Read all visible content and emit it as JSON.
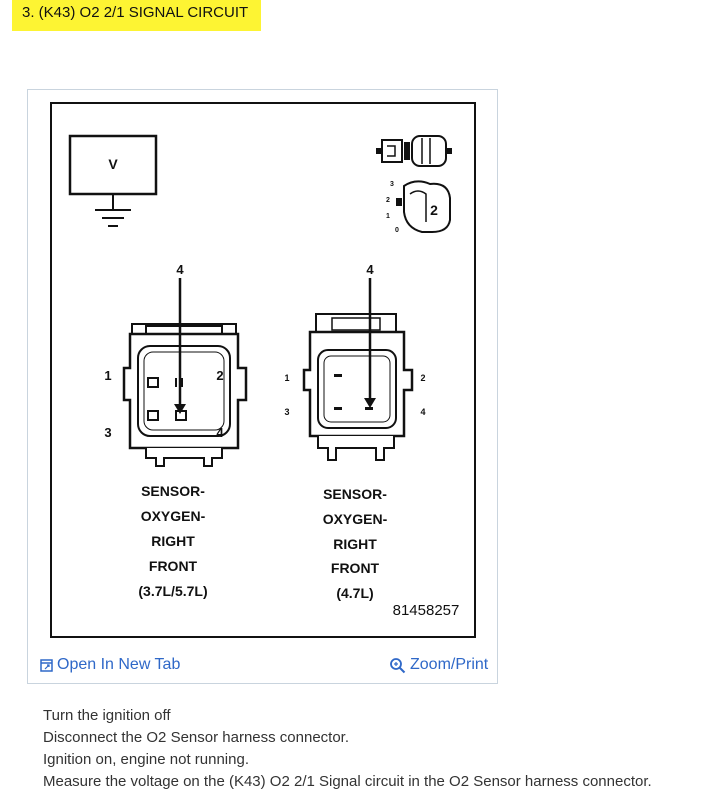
{
  "heading": "3. (K43) O2 2/1 SIGNAL CIRCUIT",
  "meter": {
    "symbol": "V"
  },
  "test_lead": {
    "number": "2",
    "scale_marks": [
      "3",
      "2",
      "1",
      "0"
    ]
  },
  "connector_left": {
    "probe_pin": "4",
    "pins": [
      "1",
      "2",
      "3",
      "4"
    ],
    "caption": [
      "SENSOR-",
      "OXYGEN-",
      "RIGHT",
      "FRONT",
      "(3.7L/5.7L)"
    ]
  },
  "connector_right": {
    "probe_pin": "4",
    "pins": [
      "1",
      "2",
      "3",
      "4"
    ],
    "caption": [
      "SENSOR-",
      "OXYGEN-",
      "RIGHT",
      "FRONT",
      "(4.7L)"
    ]
  },
  "figure_id": "81458257",
  "links": {
    "open_new_tab": "Open In New Tab",
    "zoom_print": "Zoom/Print"
  },
  "instructions": [
    "Turn the ignition off",
    "Disconnect the O2 Sensor harness connector.",
    "Ignition on, engine not running.",
    "Measure the voltage on the (K43) O2 2/1 Signal circuit in the O2 Sensor harness connector."
  ],
  "colors": {
    "highlight": "#fdf433",
    "link": "#2f68c8",
    "frame": "#c9d4de"
  }
}
